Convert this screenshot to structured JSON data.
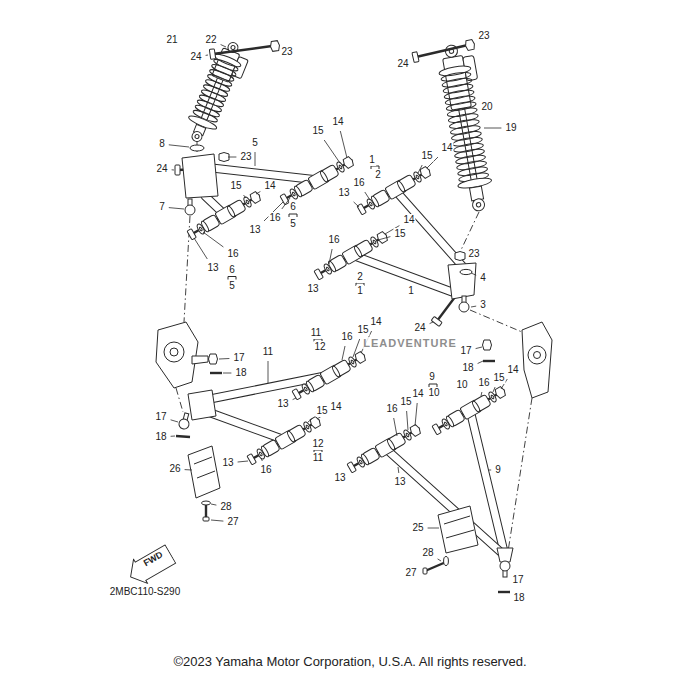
{
  "diagram": {
    "caption": "©2023 Yamaha Motor Corporation, U.S.A. All rights reserved.",
    "nodes": [
      {
        "text": [
          "FWD"
        ]
      }
    ],
    "labels": [
      "21",
      "22",
      "23",
      "24",
      "8",
      "5",
      "15",
      "14",
      "23",
      "24",
      "7",
      "15",
      "14",
      "16",
      "6",
      "5",
      "13",
      "16",
      "6",
      "5",
      "13",
      "23",
      "24",
      "20",
      "19",
      "15",
      "14",
      "1",
      "2",
      "16",
      "13",
      "14",
      "15",
      "16",
      "2",
      "1",
      "13",
      "1",
      "23",
      "4",
      "3",
      "24",
      "11",
      "12",
      "16",
      "15",
      "14",
      "11",
      "17",
      "18",
      "17",
      "18",
      "14",
      "15",
      "16",
      "10",
      "9",
      "10",
      "14",
      "15",
      "16",
      "13",
      "15",
      "14",
      "12",
      "11",
      "17",
      "18",
      "13",
      "16",
      "26",
      "28",
      "27",
      "9",
      "13",
      "13",
      "25",
      "28",
      "27",
      "17",
      "18",
      "2MBC110-S290",
      "LEADVENTURE"
    ]
  }
}
